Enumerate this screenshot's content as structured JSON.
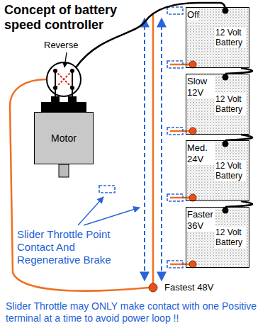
{
  "diagram": {
    "title": "Concept of battery speed controller",
    "caption": "Slider Throttle may ONLY make contact with one Positive terminal at a time to avoid power loop !!",
    "nodes": [
      {
        "text": [
          "Motor"
        ]
      },
      {
        "text": [
          "12 Volt Battery"
        ]
      },
      {
        "text": [
          "12 Volt Battery"
        ]
      },
      {
        "text": [
          "12 Volt Battery"
        ]
      },
      {
        "text": [
          "12 Volt Battery"
        ]
      }
    ],
    "edges": [
      {
        "from": 1,
        "to": 2,
        "arrow": "none"
      },
      {
        "from": 2,
        "to": 3,
        "arrow": "none"
      },
      {
        "from": 3,
        "to": 4,
        "arrow": "none"
      }
    ],
    "labels": [
      "Reverse",
      "Off",
      "Slow 12V",
      "Med. 24V",
      "Faster 36V",
      "Fastest 48V",
      "Slider Throttle Point Contact And Regenerative Brake"
    ]
  }
}
